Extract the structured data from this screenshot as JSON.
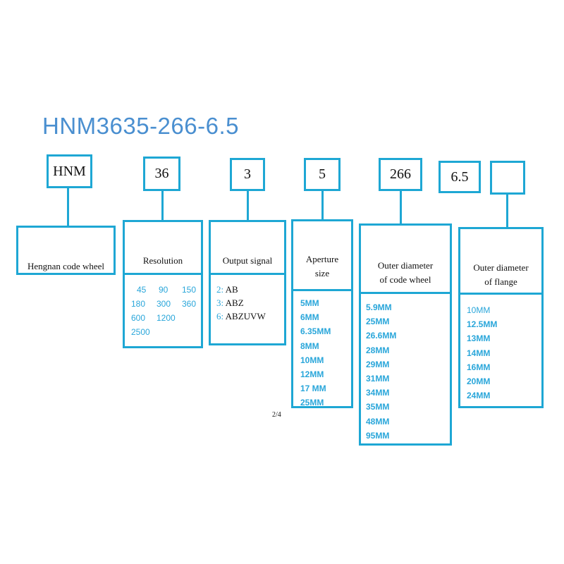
{
  "title": "HNM3635-266-6.5",
  "codes": [
    "HNM",
    "36",
    "3",
    "5",
    "266",
    "6.5",
    ""
  ],
  "hengnan": {
    "header": "Hengnan code wheel"
  },
  "resolution": {
    "header": "Resolution",
    "values": [
      "45",
      "90",
      "150",
      "180",
      "300",
      "360",
      "600",
      "1200",
      "2500"
    ]
  },
  "output_signal": {
    "header": "Output signal",
    "items": [
      {
        "num": "2:",
        "val": "AB"
      },
      {
        "num": "3:",
        "val": "ABZ"
      },
      {
        "num": "6:",
        "val": "ABZUVW"
      }
    ]
  },
  "aperture": {
    "header_line1": "Aperture",
    "header_line2": "size",
    "values": [
      "5MM",
      "6MM",
      "6.35MM",
      "8MM",
      "10MM",
      "12MM",
      "17 MM",
      "25MM"
    ]
  },
  "outer_code_wheel": {
    "header_line1": "Outer diameter",
    "header_line2": "of code wheel",
    "values": [
      "5.9MM",
      "25MM",
      "26.6MM",
      "28MM",
      "29MM",
      "31MM",
      "34MM",
      "35MM",
      "48MM",
      "95MM"
    ]
  },
  "outer_flange": {
    "header_line1": "Outer diameter",
    "header_line2": "of flange",
    "values": [
      "10MM",
      "12.5MM",
      "13MM",
      "14MM",
      "16MM",
      "20MM",
      "24MM"
    ]
  },
  "page_indicator": "2/4",
  "colors": {
    "border": "#1ea7d4",
    "title": "#4a8fd0",
    "values": "#29a6da"
  }
}
